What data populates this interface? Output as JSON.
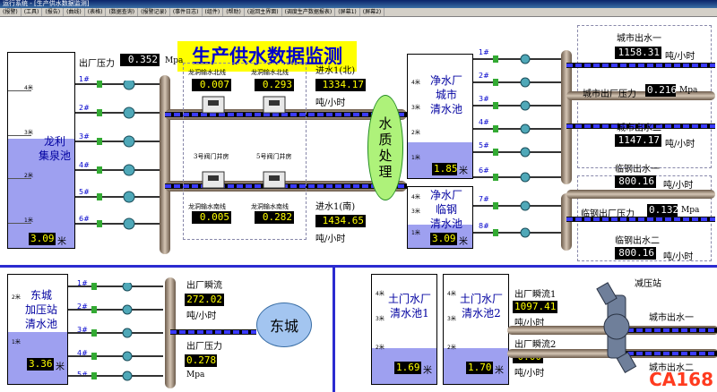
{
  "window": {
    "title": "运行系统 - [生产供水数据监测]"
  },
  "menu": [
    "(报警)",
    "(工具)",
    "(报告)",
    "(曲线)",
    "(表格)",
    "(数据查询)",
    "(报警记录)",
    "(事件日志)",
    "(组件)",
    "(帮助)",
    "(返回主界面)",
    "(调度生产数据报表)",
    "(屏幕1)",
    "(屏幕2)"
  ],
  "main_title": "生产供水数据监测",
  "left_pool": {
    "name_line1": "龙利",
    "name_line2": "集泉池",
    "level": "3.09",
    "level_unit": "米",
    "scales": [
      "4米",
      "3米",
      "2米",
      "1米"
    ]
  },
  "outlet_pressure": {
    "label": "出厂压力",
    "value": "0.352",
    "unit": "Mpa"
  },
  "pump_numbers": [
    "1#",
    "2#",
    "3#",
    "4#",
    "5#",
    "6#"
  ],
  "valve_north_1": {
    "label": "龙洞输水北线",
    "value": "0.007"
  },
  "valve_north_2": {
    "label": "龙洞输水北线",
    "value": "0.293"
  },
  "valve_south_1": {
    "label": "龙洞输水南线",
    "value": "0.005"
  },
  "valve_south_2": {
    "label": "龙洞输水南线",
    "value": "0.282"
  },
  "valve_room_3": "3号阀门井房",
  "valve_room_5": "5号阀门井房",
  "inflow_north": {
    "label": "进水1(北)",
    "value": "1334.17",
    "unit": "吨/小时"
  },
  "inflow_south": {
    "label": "进水1(南)",
    "value": "1434.65",
    "unit": "吨/小时"
  },
  "quality": {
    "line1": "水",
    "line2": "质",
    "line3": "处",
    "line4": "理"
  },
  "clean_pool_city": {
    "line1": "净水厂",
    "line2": "城市",
    "line3": "清水池",
    "level": "1.85",
    "level_unit": "米",
    "scales": [
      "4米",
      "3米",
      "2米",
      "1米"
    ]
  },
  "clean_pool_steel": {
    "line1": "净水厂",
    "line2": "临钢",
    "line3": "清水池",
    "level": "3.09",
    "level_unit": "米",
    "scales": [
      "4米",
      "3米",
      "1米"
    ]
  },
  "right_pump_numbers": [
    "1#",
    "2#",
    "3#",
    "4#",
    "5#",
    "6#",
    "7#",
    "8#"
  ],
  "city_out_1": {
    "label": "城市出水一",
    "value": "1158.31",
    "unit": "吨/小时"
  },
  "city_pressure": {
    "label": "城市出厂压力",
    "value": "0.216",
    "unit": "Mpa"
  },
  "city_out_2": {
    "label": "城市出水二",
    "value": "1147.17",
    "unit": "吨/小时"
  },
  "steel_out_1": {
    "label": "临钢出水一",
    "value": "800.16",
    "unit": "吨/小时"
  },
  "steel_pressure": {
    "label": "临钢出厂压力",
    "value": "0.132",
    "unit": "Mpa"
  },
  "steel_out_2": {
    "label": "临钢出水二",
    "value": "800.16",
    "unit": "吨/小时"
  },
  "dongcheng_pool": {
    "line1": "东城",
    "line2": "加压站",
    "line3": "清水池",
    "level": "3.36",
    "level_unit": "米",
    "scales": [
      "2米",
      "1米"
    ]
  },
  "dongcheng_pumps": [
    "1#",
    "2#",
    "3#",
    "4#",
    "5#"
  ],
  "dongcheng_flow": {
    "label": "出厂瞬流",
    "value": "272.02",
    "unit": "吨/小时"
  },
  "dongcheng_pressure": {
    "label": "出厂压力",
    "value": "0.278",
    "unit": "Mpa"
  },
  "dongcheng_name": "东城",
  "tumen_pool1": {
    "line1": "土门水厂",
    "line2": "清水池1",
    "level": "1.69",
    "level_unit": "米",
    "scales": [
      "4米",
      "3米",
      "2米"
    ]
  },
  "tumen_pool2": {
    "line1": "土门水厂",
    "line2": "清水池2",
    "level": "1.70",
    "level_unit": "米",
    "scales": [
      "4米",
      "3米",
      "2米"
    ]
  },
  "tumen_flow1": {
    "label": "出厂瞬流1",
    "value": "1097.41",
    "unit": "吨/小时"
  },
  "tumen_flow2": {
    "label": "出厂瞬流2",
    "value": "0.00",
    "unit": "吨/小时"
  },
  "pressure_station": "减压站",
  "tumen_out_1": "城市出水一",
  "tumen_out_2": "城市出水二",
  "watermark": "CA168"
}
